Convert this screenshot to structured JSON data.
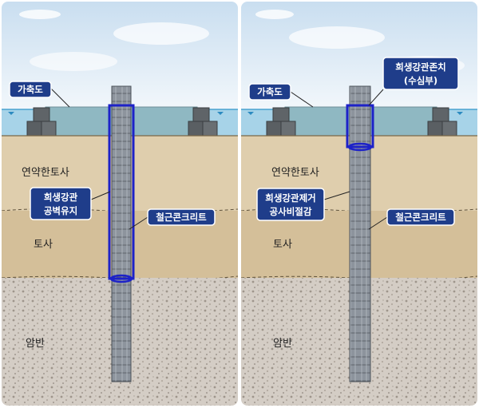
{
  "colors": {
    "sky_top": "#c9def0",
    "sky_bottom": "#eef5fb",
    "water": "#9fcfe6",
    "soft_soil": "#dbc9a9",
    "soil": "#d2bd98",
    "rock": "#cfc8c0",
    "callout_fill": "#1f3d8a",
    "callout_border": "#ffffff",
    "casing": "#2222bb",
    "column": "#8c939c"
  },
  "left_panel": {
    "callouts": {
      "causeway": "가축도",
      "casing_wall": [
        "희생강관",
        "공벽유지"
      ],
      "rc": "철근콘크리트"
    },
    "layers": {
      "soft_soil": "연약한토사",
      "soil": "토사",
      "rock": "암반"
    }
  },
  "right_panel": {
    "callouts": {
      "causeway": "가축도",
      "casing_top": [
        "희생강관존치",
        "(수심부)"
      ],
      "casing_removed": [
        "희생강관제거",
        "공사비절감"
      ],
      "rc": "철근콘크리트"
    },
    "layers": {
      "soft_soil": "연약한토사",
      "soil": "토사",
      "rock": "암반"
    }
  }
}
